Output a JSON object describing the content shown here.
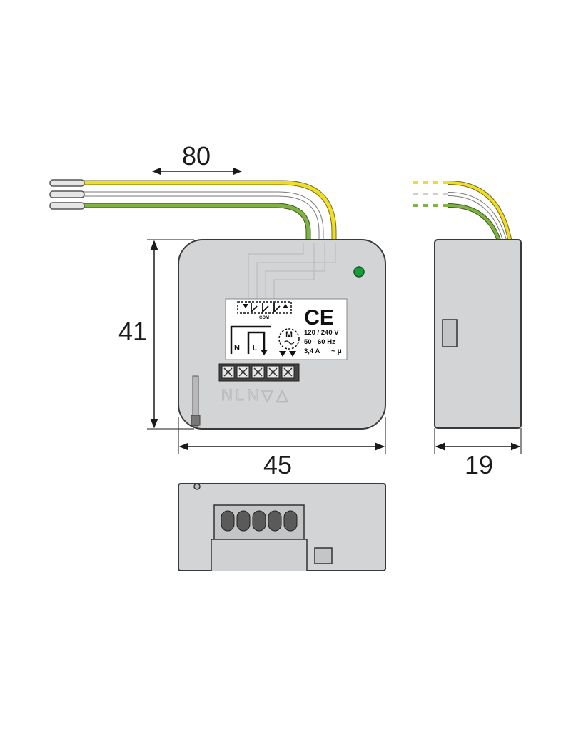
{
  "dimensions": {
    "cable_length": "80",
    "height": "41",
    "width": "45",
    "depth": "19"
  },
  "label": {
    "ce_mark": "CE",
    "voltage": "120 / 240 V",
    "frequency": "50 - 60 Hz",
    "current": "3,4 A",
    "com": "COM",
    "motor": "M",
    "neutral": "N",
    "line": "L"
  },
  "terminal_markings": "NLN▽△",
  "colors": {
    "housing": "#d3d4d6",
    "housing_stroke": "#3a3a3a",
    "wire_yellow": "#f2dd22",
    "wire_green": "#7fb241",
    "wire_white": "#ffffff",
    "led_green": "#1a9a3b"
  }
}
